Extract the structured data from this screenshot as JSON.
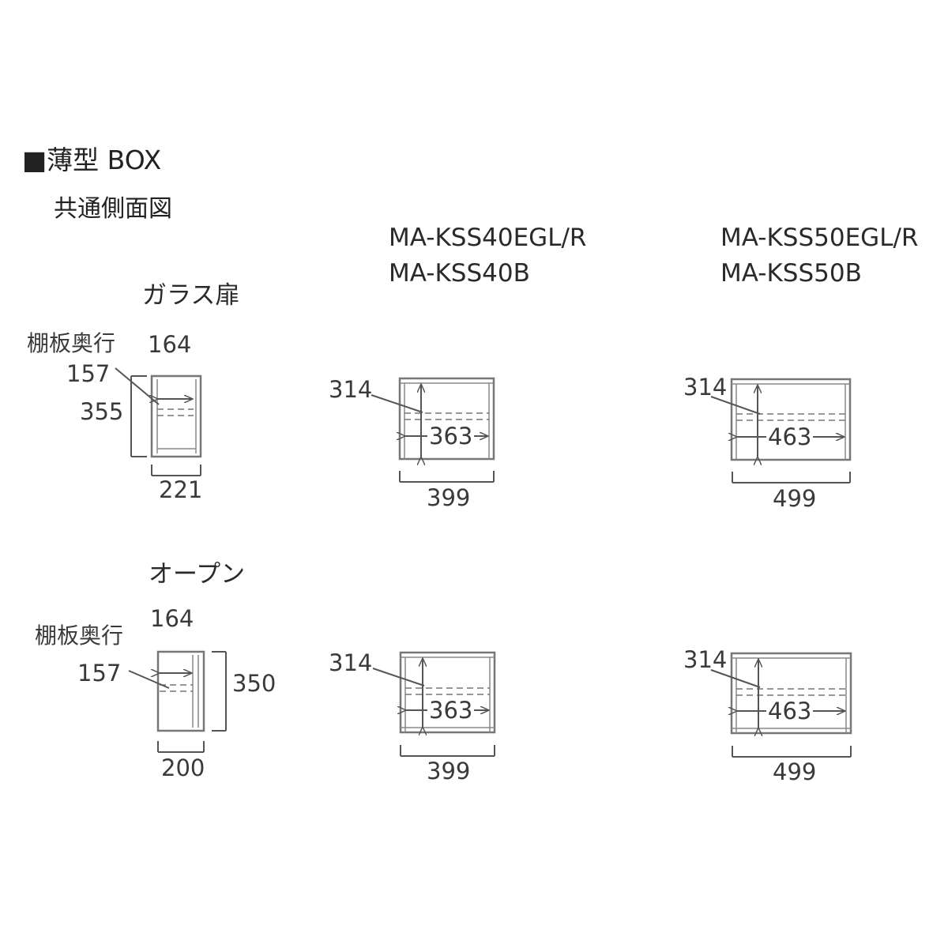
{
  "header": {
    "title": "■薄型 BOX",
    "subtitle": "共通側面図"
  },
  "models": {
    "col40": [
      "MA-KSS40EGL/R",
      "MA-KSS40B"
    ],
    "col50": [
      "MA-KSS50EGL/R",
      "MA-KSS50B"
    ]
  },
  "glass": {
    "section_label": "ガラス扉",
    "side": {
      "shelf_depth_label": "棚板奥行",
      "shelf_depth": "164",
      "inner_depth": "157",
      "height": "355",
      "depth": "221"
    },
    "w40": {
      "inner_height": "314",
      "inner_width": "363",
      "width": "399"
    },
    "w50": {
      "inner_height": "314",
      "inner_width": "463",
      "width": "499"
    }
  },
  "open": {
    "section_label": "オープン",
    "side": {
      "shelf_depth_label": "棚板奥行",
      "shelf_depth": "164",
      "inner_depth": "157",
      "height": "350",
      "depth": "200"
    },
    "w40": {
      "inner_height": "314",
      "inner_width": "363",
      "width": "399"
    },
    "w50": {
      "inner_height": "314",
      "inner_width": "463",
      "width": "499"
    }
  }
}
